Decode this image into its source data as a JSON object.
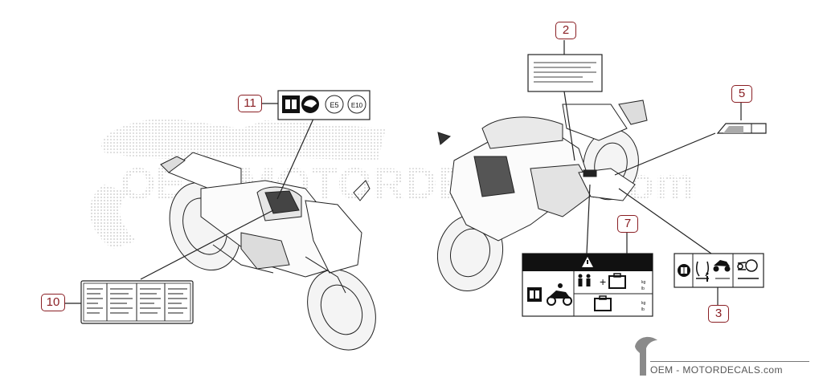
{
  "diagram": {
    "callouts": [
      {
        "id": "label-2",
        "text": "2"
      },
      {
        "id": "label-5",
        "text": "5"
      },
      {
        "id": "label-7",
        "text": "7"
      },
      {
        "id": "label-3",
        "text": "3"
      },
      {
        "id": "label-10",
        "text": "10"
      },
      {
        "id": "label-11",
        "text": "11"
      }
    ],
    "decal_11_icons": [
      "book-icon",
      "helmet-icon",
      "E5",
      "E10"
    ],
    "decal_7_icons": [
      "warning-triangle-icon",
      "book-icon",
      "motorcycle-icon",
      "rider-passenger-icon",
      "luggage-icon",
      "luggage-icon"
    ],
    "decal_7_units": [
      "kg",
      "lb",
      "kg",
      "lb"
    ],
    "decal_3_icons": [
      "book-icon",
      "tyre-icon",
      "motorcycle-icon",
      "chain-icon"
    ],
    "watermark_text": "OEM-MOTORDECALS.com",
    "footer": {
      "text": "OEM - MOTORDECALS.com"
    },
    "colors": {
      "callout": "#8a1f24",
      "line": "#222222",
      "watermark": "#c8c8c8"
    }
  }
}
